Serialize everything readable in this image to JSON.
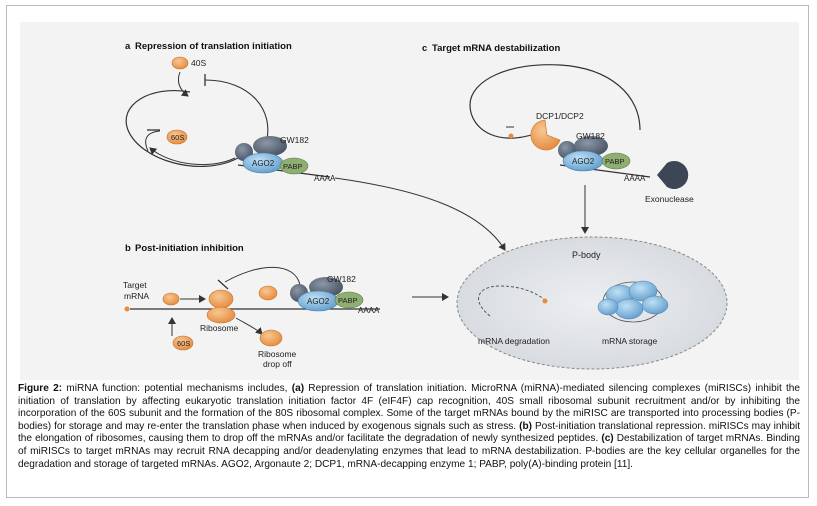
{
  "panels": {
    "a": {
      "letter": "a",
      "title": "Repression of translation initiation"
    },
    "b": {
      "letter": "b",
      "title": "Post-initiation inhibition"
    },
    "c": {
      "letter": "c",
      "title": "Target mRNA destabilization"
    }
  },
  "labels": {
    "s40": "40S",
    "s60": "60S",
    "gw182": "GW182",
    "ago2": "AGO2",
    "pabp": "PABP",
    "polyA": "AAAA",
    "target_mrna_line1": "Target",
    "target_mrna_line2": "mRNA",
    "ribosome": "Ribosome",
    "ribosome_dropoff_line1": "Ribosome",
    "ribosome_dropoff_line2": "drop off",
    "dcp": "DCP1/DCP2",
    "exonuclease": "Exonuclease",
    "pbody": "P-body",
    "mrna_degradation": "mRNA degradation",
    "mrna_storage": "mRNA storage"
  },
  "caption": {
    "fig_label": "Figure 2:",
    "seg1": " miRNA function: potential mechanisms includes, ",
    "a_tag": "(a)",
    "seg2": " Repression of translation initiation. MicroRNA (miRNA)-mediated silencing complexes (miRISCs) inhibit the initiation of translation by affecting eukaryotic translation initiation factor 4F (eIF4F) cap recognition, 40S small ribosomal subunit recruitment and/or by inhibiting the incorporation of the 60S subunit and the formation of the 80S ribosomal complex. Some of the target mRNAs bound by the miRISC are transported into processing bodies (P-bodies) for storage and may re-enter the translation phase when induced by exogenous signals such as stress. ",
    "b_tag": "(b)",
    "seg3": " Post-initiation translational repression. miRISCs may inhibit the elongation of ribosomes, causing them to drop off the mRNAs and/or facilitate the degradation of newly synthesized peptides. ",
    "c_tag": "(c)",
    "seg4": " Destabilization of target mRNAs. Binding of miRISCs to target mRNAs may recruit RNA decapping and/or deadenylating enzymes that lead to mRNA destabilization. P-bodies are the key cellular organelles for the degradation and storage of targeted mRNAs. AGO2, Argonaute 2; DCP1, mRNA-decapping enzyme 1; PABP, poly(A)-binding protein [11]."
  },
  "colors": {
    "orange": "#f0a35e",
    "ago2": "#7fb3d9",
    "gw182": "#5f6c80",
    "pabp": "#8fae72",
    "exonuclease": "#3d4654",
    "pbody": "#dcdfe3"
  }
}
